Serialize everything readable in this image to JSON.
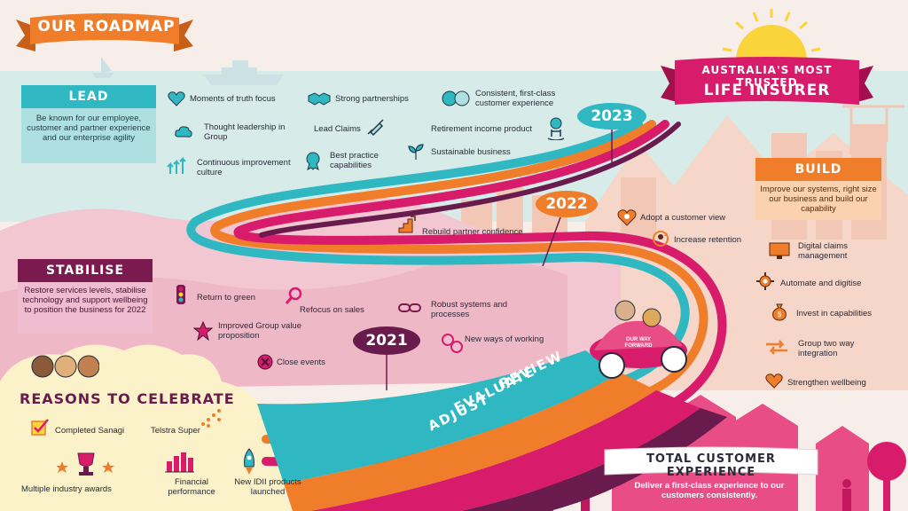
{
  "header": {
    "roadmap_title": "OUR ROADMAP"
  },
  "goal": {
    "line1": "AUSTRALIA'S MOST TRUSTED",
    "line2": "LIFE INSURER"
  },
  "years": {
    "y2021": "2021",
    "y2022": "2022",
    "y2023": "2023"
  },
  "road_text": {
    "review": "REVIEW",
    "evaluate": "EVALUATE",
    "adjust": "ADJUST"
  },
  "car_text": {
    "line1": "OUR WAY",
    "line2": "FORWARD"
  },
  "lead": {
    "title": "LEAD",
    "description": "Be known for our employee, customer and partner experience and our enterprise agility",
    "items": [
      {
        "label": "Moments of truth focus",
        "icon": "heart-icon"
      },
      {
        "label": "Thought leadership in Group",
        "icon": "cloud-icon"
      },
      {
        "label": "Continuous improvement culture",
        "icon": "arrows-up-icon"
      },
      {
        "label": "Strong partnerships",
        "icon": "handshake-icon"
      },
      {
        "label": "Lead Claims",
        "icon": "syringe-icon"
      },
      {
        "label": "Best practice capabilities",
        "icon": "rosette-icon"
      },
      {
        "label": "Consistent, first-class customer experience",
        "icon": "faces-icon"
      },
      {
        "label": "Retirement income product",
        "icon": "rocking-chair-icon"
      },
      {
        "label": "Sustainable business",
        "icon": "sprout-icon"
      }
    ]
  },
  "build": {
    "title": "BUILD",
    "description": "Improve our systems, right size our business and build our capability",
    "items": [
      {
        "label": "Adopt a customer view",
        "icon": "heart-person-icon"
      },
      {
        "label": "Increase retention",
        "icon": "refresh-person-icon"
      },
      {
        "label": "Digital claims management",
        "icon": "monitor-icon"
      },
      {
        "label": "Automate and digitise",
        "icon": "gear-icon"
      },
      {
        "label": "Invest in capabilities",
        "icon": "money-bag-icon"
      },
      {
        "label": "Group two way integration",
        "icon": "two-way-arrows-icon"
      },
      {
        "label": "Strengthen wellbeing",
        "icon": "heart-icon"
      }
    ],
    "partner_item": {
      "label": "Rebuild partner confidence",
      "icon": "stairs-icon"
    }
  },
  "stabilise": {
    "title": "STABILISE",
    "description": "Restore services levels, stabilise technology and support wellbeing to position the business for 2022",
    "items": [
      {
        "label": "Return to green",
        "icon": "traffic-light-icon"
      },
      {
        "label": "Refocus on sales",
        "icon": "magnifier-icon"
      },
      {
        "label": "Robust systems and processes",
        "icon": "chain-icon"
      },
      {
        "label": "Improved Group value proposition",
        "icon": "star-icon"
      },
      {
        "label": "New ways of working",
        "icon": "gears-icon"
      },
      {
        "label": "Close events",
        "icon": "close-icon"
      }
    ]
  },
  "celebrate": {
    "title": "REASONS TO CELEBRATE",
    "items": [
      {
        "label": "Completed Sanagi",
        "icon": "checkbox-icon"
      },
      {
        "label": "Telstra Super",
        "icon": "dots-icon"
      },
      {
        "label": "Multiple industry awards",
        "icon": "trophy-icon"
      },
      {
        "label": "Financial performance",
        "icon": "bar-chart-icon"
      },
      {
        "label": "New IDII products launched",
        "icon": "rocket-icon"
      }
    ]
  },
  "tcx": {
    "title": "TOTAL CUSTOMER EXPERIENCE",
    "description": "Deliver a first-class experience to our customers consistently."
  },
  "colors": {
    "teal": "#2fb8c2",
    "orange": "#ef7d2a",
    "magenta": "#d81b6a",
    "plum": "#6a1b4d",
    "pink_bg": "#f3c7d2",
    "sun": "#f9d43a"
  }
}
